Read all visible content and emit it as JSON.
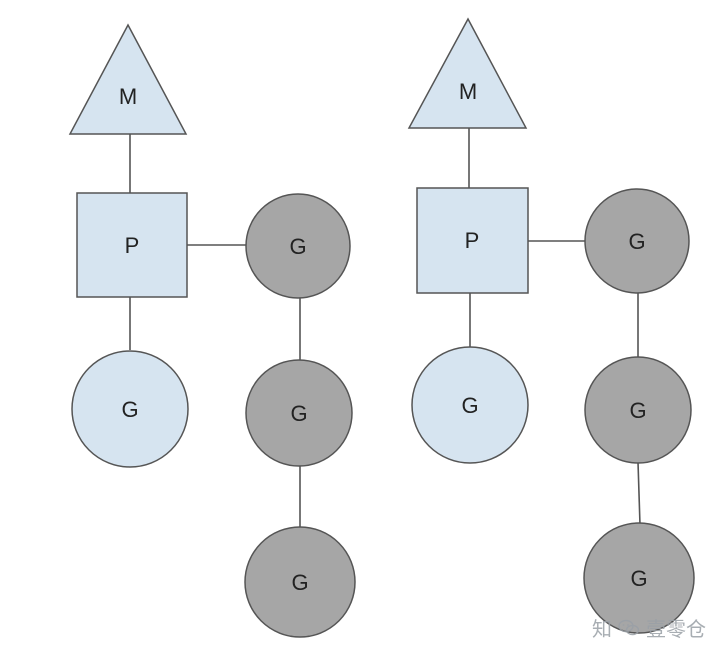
{
  "colors": {
    "m_fill": "#d6e4f0",
    "p_fill": "#d6e4f0",
    "g_running_fill": "#d6e4f0",
    "g_queued_fill": "#a6a6a6",
    "stroke": "#555555",
    "watermark": "#9aa0a6"
  },
  "groups": [
    {
      "m_label": "M",
      "p_label": "P",
      "running_g_label": "G",
      "queue_labels": [
        "G",
        "G",
        "G"
      ]
    },
    {
      "m_label": "M",
      "p_label": "P",
      "running_g_label": "G",
      "queue_labels": [
        "G",
        "G",
        "G"
      ]
    }
  ],
  "watermark": {
    "prefix": "知",
    "icon": "wechat-icon",
    "name": "壹零仓"
  }
}
